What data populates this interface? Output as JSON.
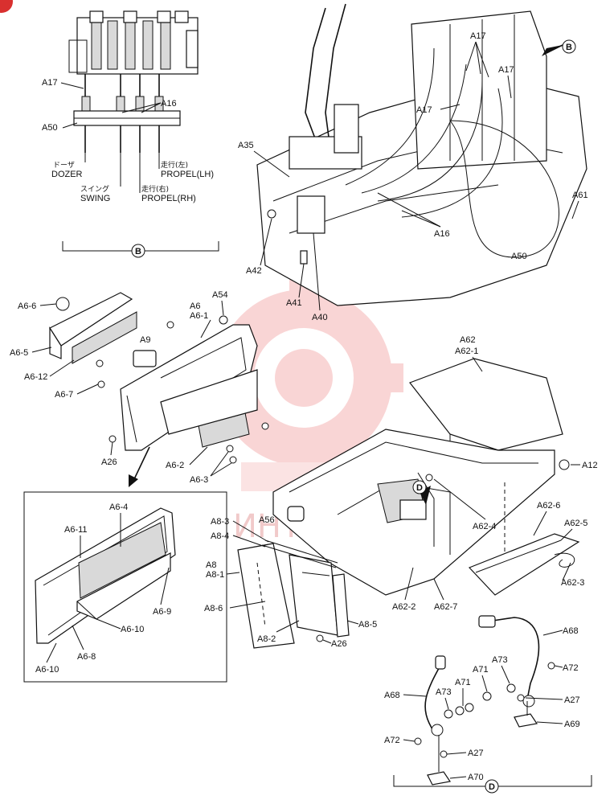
{
  "labels": {
    "A17_b": "A17",
    "A16_b": "A16",
    "A50_b": "A50",
    "dozer_jp": "ドーザ",
    "dozer": "DOZER",
    "swing_jp": "スイング",
    "swing": "SWING",
    "propel_lh_jp": "走行(左)",
    "propel_lh": "PROPEL(LH)",
    "propel_rh_jp": "走行(右)",
    "propel_rh": "PROPEL(RH)",
    "A17_1": "A17",
    "A17_2": "A17",
    "A17_3": "A17",
    "A35": "A35",
    "A16_1": "A16",
    "A61": "A61",
    "A42": "A42",
    "A41": "A41",
    "A40": "A40",
    "A50_1": "A50",
    "A6_6": "A6-6",
    "A6_5": "A6-5",
    "A6_12": "A6-12",
    "A6_7": "A6-7",
    "A6": "A6",
    "A6_1": "A6-1",
    "A54": "A54",
    "A9": "A9",
    "A26_1": "A26",
    "A6_2": "A6-2",
    "A6_3": "A6-3",
    "A62": "A62",
    "A62_1": "A62-1",
    "A12": "A12",
    "A6_4": "A6-4",
    "A6_11": "A6-11",
    "A6_9": "A6-9",
    "A6_10a": "A6-10",
    "A6_8": "A6-8",
    "A6_10b": "A6-10",
    "A8_3": "A8-3",
    "A8_4": "A8-4",
    "A56": "A56",
    "A8": "A8",
    "A8_1": "A8-1",
    "A8_6": "A8-6",
    "A8_2": "A8-2",
    "A8_5": "A8-5",
    "A26_2": "A26",
    "A62_4": "A62-4",
    "A62_6": "A62-6",
    "A62_5": "A62-5",
    "A62_3": "A62-3",
    "A62_2": "A62-2",
    "A62_7": "A62-7",
    "A68_1": "A68",
    "A68_2": "A68",
    "A72_1": "A72",
    "A72_2": "A72",
    "A73_1": "A73",
    "A73_2": "A73",
    "A71_1": "A71",
    "A71_2": "A71",
    "A27_1": "A27",
    "A27_2": "A27",
    "A69": "A69",
    "A70": "A70"
  },
  "sections": {
    "B_marker": "B",
    "B_view": "B",
    "D_marker": "D",
    "D_view": "D"
  },
  "colors": {
    "watermark": "#e06666",
    "line": "#111111",
    "corner_badge": "#d9302f"
  },
  "icons": {
    "watermark": "gear-wrench-watermark-icon",
    "corner": "corner-badge-icon"
  }
}
